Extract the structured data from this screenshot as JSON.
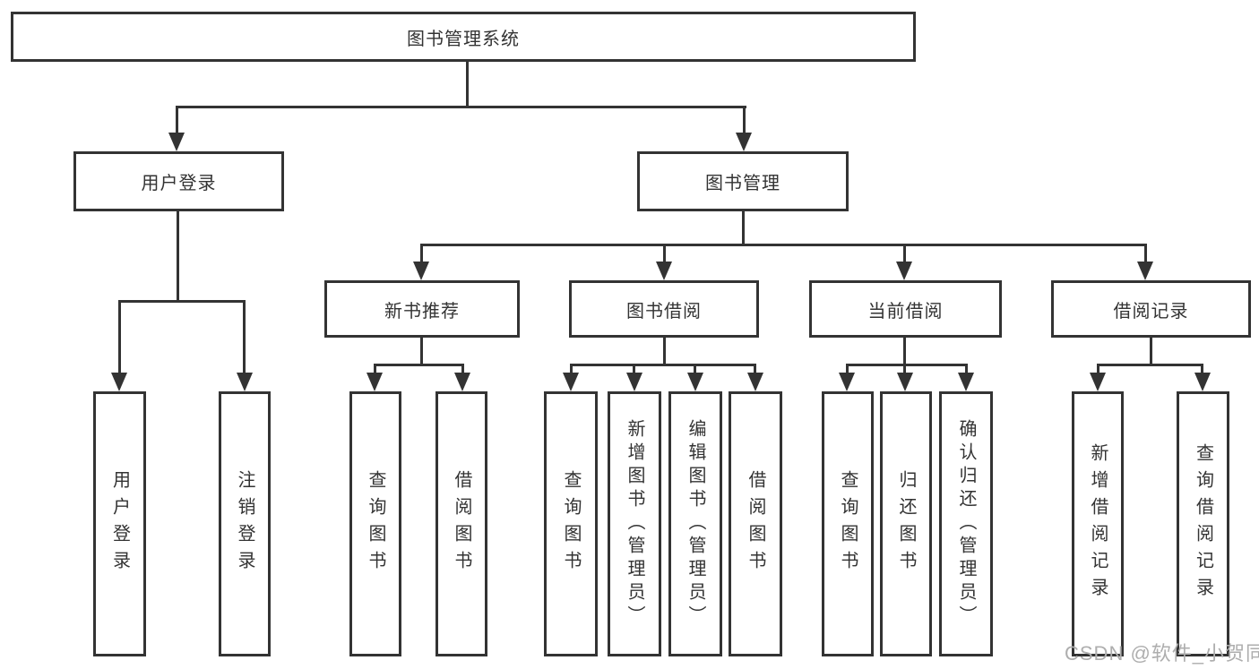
{
  "diagram_title": "图书管理系统",
  "watermark": "CSDN @软件_小贺同学",
  "colors": {
    "line": "#333333",
    "text": "#333333",
    "background": "#ffffff",
    "watermark": "#aeaeae"
  },
  "nodes": {
    "root": "图书管理系统",
    "user_login": "用户登录",
    "book_mgmt": "图书管理",
    "new_book_rec": "新书推荐",
    "book_borrow": "图书借阅",
    "current_borrow": "当前借阅",
    "borrow_records": "借阅记录",
    "ul_user_login": "用户登录",
    "ul_logout": "注销登录",
    "nbr_query_book": "查询图书",
    "nbr_borrow_book": "借阅图书",
    "bb_query_book": "查询图书",
    "bb_add_book": "新增图书（管理员）",
    "bb_edit_book": "编辑图书（管理员）",
    "bb_borrow_book": "借阅图书",
    "cb_query_book": "查询图书",
    "cb_return_book": "归还图书",
    "cb_confirm_return": "确认归还（管理员）",
    "br_add_record": "新增借阅记录",
    "br_query_record": "查询借阅记录"
  }
}
